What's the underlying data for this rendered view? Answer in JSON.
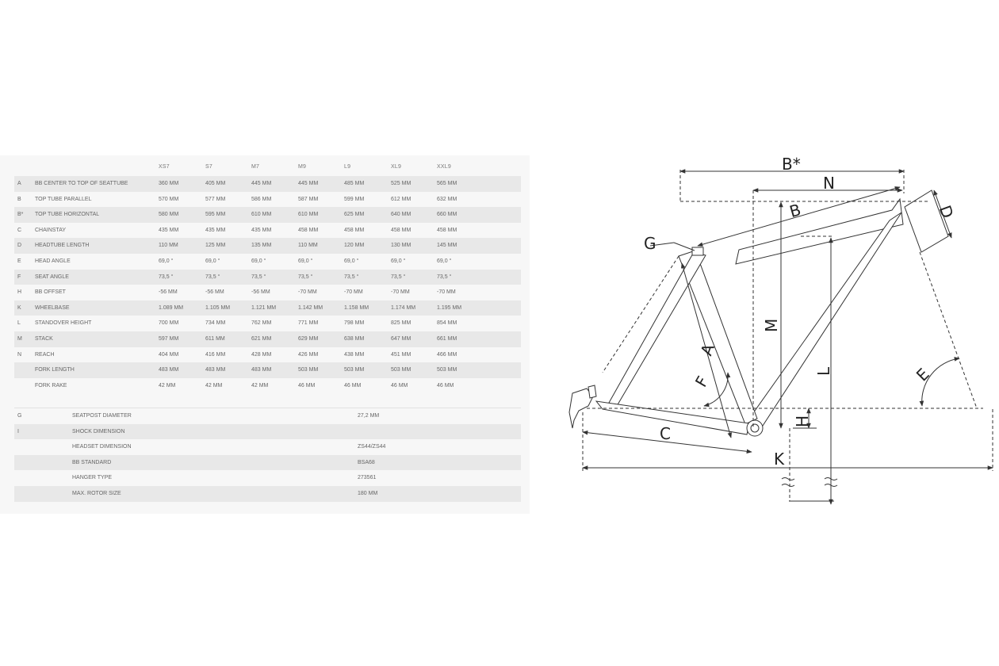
{
  "geometry_table": {
    "sizes": [
      "XS7",
      "S7",
      "M7",
      "M9",
      "L9",
      "XL9",
      "XXL9"
    ],
    "rows": [
      {
        "code": "A",
        "label": "BB CENTER TO TOP OF SEATTUBE",
        "values": [
          "360 MM",
          "405 MM",
          "445 MM",
          "445 MM",
          "485 MM",
          "525 MM",
          "565 MM"
        ]
      },
      {
        "code": "B",
        "label": "TOP TUBE PARALLEL",
        "values": [
          "570 MM",
          "577 MM",
          "586 MM",
          "587 MM",
          "599 MM",
          "612 MM",
          "632 MM"
        ]
      },
      {
        "code": "B*",
        "label": "TOP TUBE HORIZONTAL",
        "values": [
          "580 MM",
          "595 MM",
          "610 MM",
          "610 MM",
          "625 MM",
          "640 MM",
          "660 MM"
        ]
      },
      {
        "code": "C",
        "label": "CHAINSTAY",
        "values": [
          "435 MM",
          "435 MM",
          "435 MM",
          "458 MM",
          "458 MM",
          "458 MM",
          "458 MM"
        ]
      },
      {
        "code": "D",
        "label": "HEADTUBE LENGTH",
        "values": [
          "110 MM",
          "125 MM",
          "135 MM",
          "110 MM",
          "120 MM",
          "130 MM",
          "145 MM"
        ]
      },
      {
        "code": "E",
        "label": "HEAD ANGLE",
        "values": [
          "69,0 °",
          "69,0 °",
          "69,0 °",
          "69,0 °",
          "69,0 °",
          "69,0 °",
          "69,0 °"
        ]
      },
      {
        "code": "F",
        "label": "SEAT ANGLE",
        "values": [
          "73,5 °",
          "73,5 °",
          "73,5 °",
          "73,5 °",
          "73,5 °",
          "73,5 °",
          "73,5 °"
        ]
      },
      {
        "code": "H",
        "label": "BB OFFSET",
        "values": [
          "-56 MM",
          "-56 MM",
          "-56 MM",
          "-70 MM",
          "-70 MM",
          "-70 MM",
          "-70 MM"
        ]
      },
      {
        "code": "K",
        "label": "WHEELBASE",
        "values": [
          "1.089 MM",
          "1.105 MM",
          "1.121 MM",
          "1.142 MM",
          "1.158 MM",
          "1.174 MM",
          "1.195 MM"
        ]
      },
      {
        "code": "L",
        "label": "STANDOVER HEIGHT",
        "values": [
          "700 MM",
          "734 MM",
          "762 MM",
          "771 MM",
          "798 MM",
          "825 MM",
          "854 MM"
        ]
      },
      {
        "code": "M",
        "label": "STACK",
        "values": [
          "597 MM",
          "611 MM",
          "621 MM",
          "629 MM",
          "638 MM",
          "647 MM",
          "661 MM"
        ]
      },
      {
        "code": "N",
        "label": "REACH",
        "values": [
          "404 MM",
          "416 MM",
          "428 MM",
          "426 MM",
          "438 MM",
          "451 MM",
          "466 MM"
        ]
      },
      {
        "code": "",
        "label": "FORK LENGTH",
        "values": [
          "483 MM",
          "483 MM",
          "483 MM",
          "503 MM",
          "503 MM",
          "503 MM",
          "503 MM"
        ]
      },
      {
        "code": "",
        "label": "FORK RAKE",
        "values": [
          "42 MM",
          "42 MM",
          "42 MM",
          "46 MM",
          "46 MM",
          "46 MM",
          "46 MM"
        ]
      }
    ]
  },
  "specs_table": {
    "rows": [
      {
        "code": "G",
        "label": "SEATPOST DIAMETER",
        "value": "27,2 MM"
      },
      {
        "code": "I",
        "label": "SHOCK DIMENSION",
        "value": ""
      },
      {
        "code": "",
        "label": "HEADSET DIMENSION",
        "value": "ZS44/ZS44"
      },
      {
        "code": "",
        "label": "BB STANDARD",
        "value": "BSA68"
      },
      {
        "code": "",
        "label": "HANGER TYPE",
        "value": "273561"
      },
      {
        "code": "",
        "label": "MAX. ROTOR SIZE",
        "value": "180 MM"
      }
    ]
  },
  "diagram": {
    "labels": {
      "A": "A",
      "B": "B",
      "B_star": "B*",
      "C": "C",
      "D": "D",
      "E": "E",
      "F": "F",
      "G": "G",
      "H": "H",
      "K": "K",
      "L": "L",
      "M": "M",
      "N": "N"
    },
    "line_color": "#333333",
    "frame_fill": "#ffffff"
  }
}
